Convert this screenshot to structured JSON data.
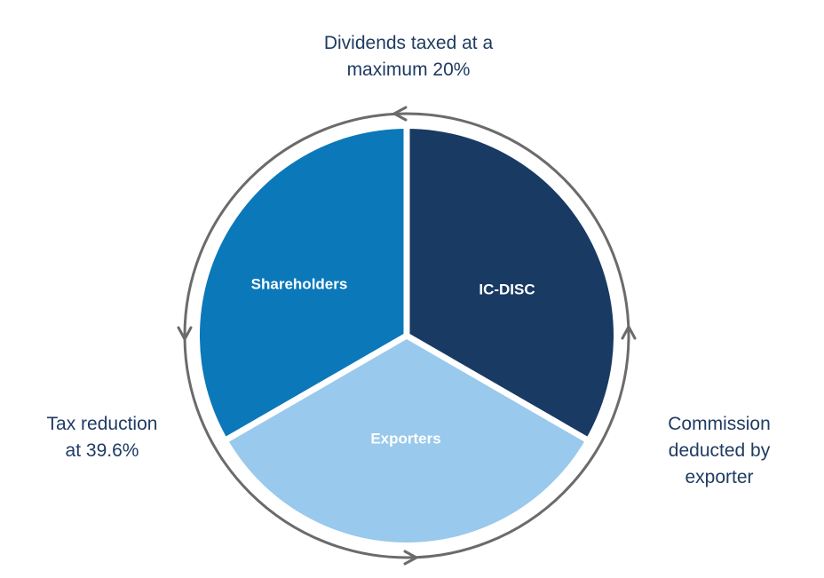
{
  "segments": [
    {
      "label": "IC-DISC",
      "color": "#183a63"
    },
    {
      "label": "Exporters",
      "color": "#99c9ec"
    },
    {
      "label": "Shareholders",
      "color": "#0b78b9"
    }
  ],
  "cycle_color": "#6b6b6b",
  "captions": {
    "top": [
      "Dividends taxed at a",
      "maximum 20%"
    ],
    "left": [
      "Tax reduction",
      "at 39.6%"
    ],
    "right": [
      "Commission",
      "deducted by",
      "exporter"
    ]
  }
}
